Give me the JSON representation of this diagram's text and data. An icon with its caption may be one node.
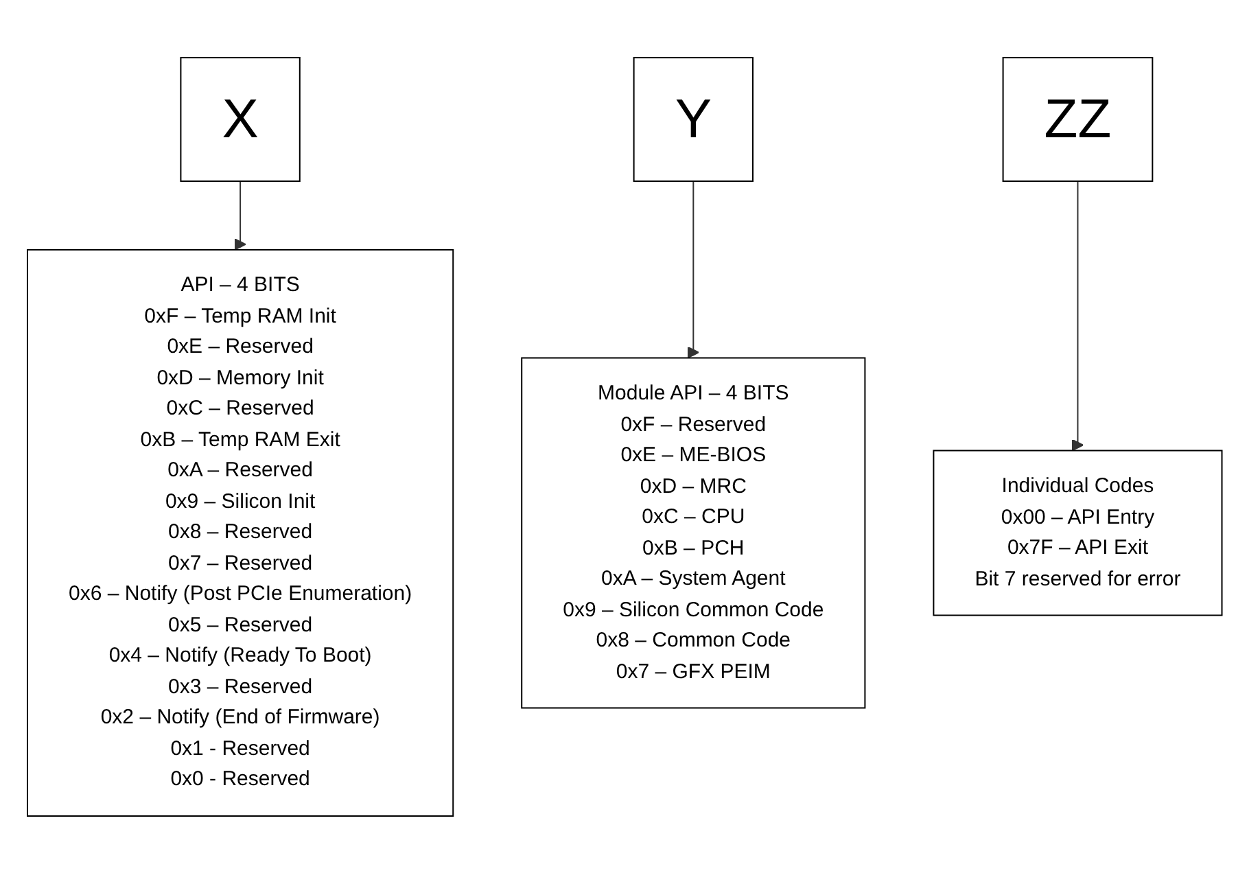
{
  "diagram": {
    "nodes": [
      {
        "text": [
          "X"
        ]
      },
      {
        "text": [
          "Y"
        ]
      },
      {
        "text": [
          "ZZ"
        ]
      },
      {
        "text": [
          "API – 4 BITS",
          "0xF – Temp RAM Init",
          "0xE – Reserved",
          "0xD – Memory Init",
          "0xC – Reserved",
          "0xB – Temp RAM Exit",
          "0xA – Reserved",
          "0x9 – Silicon Init",
          "0x8 – Reserved",
          "0x7 – Reserved",
          "0x6 – Notify (Post PCIe Enumeration)",
          "0x5 – Reserved",
          "0x4 – Notify (Ready To Boot)",
          "0x3 – Reserved",
          "0x2 – Notify (End of Firmware)",
          "0x1 -  Reserved",
          "0x0 -  Reserved"
        ]
      },
      {
        "text": [
          "Module API – 4 BITS",
          "0xF – Reserved",
          "0xE – ME-BIOS",
          "0xD – MRC",
          "0xC – CPU",
          "0xB – PCH",
          "0xA – System Agent",
          "0x9 – Silicon Common Code",
          "0x8 – Common Code",
          "0x7 – GFX PEIM"
        ]
      },
      {
        "text": [
          "Individual Codes",
          "0x00 – API Entry",
          "0x7F – API Exit",
          "Bit 7 reserved for error"
        ]
      }
    ],
    "edges": [
      {
        "from": 0,
        "to": 3,
        "arrow": "to"
      },
      {
        "from": 1,
        "to": 4,
        "arrow": "to"
      },
      {
        "from": 2,
        "to": 5,
        "arrow": "to"
      }
    ]
  }
}
